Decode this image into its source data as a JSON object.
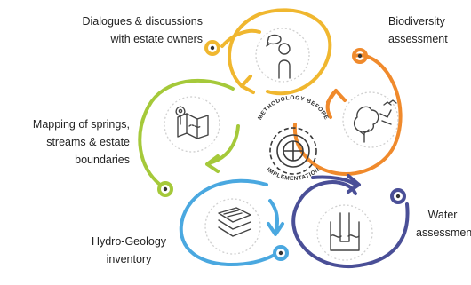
{
  "steps": [
    {
      "label": "Dialogues & discussions\nwith estate owners",
      "color": "#f0b72f",
      "icon": "person-talking-icon"
    },
    {
      "label": "Biodiversity\nassessment",
      "color": "#f08a2c",
      "icon": "tree-bird-icon"
    },
    {
      "label": "Water\nassessment",
      "color": "#4a4f97",
      "icon": "water-well-icon"
    },
    {
      "label": "Hydro-Geology\ninventory",
      "color": "#4aa8e0",
      "icon": "rock-layers-icon"
    },
    {
      "label": "Mapping of  springs,\nstreams &  estate\nboundaries",
      "color": "#a5c93a",
      "icon": "map-pin-icon"
    }
  ],
  "center": {
    "top_text": "METHODOLOGY BEFORE",
    "bottom_text": "IMPLEMENTATION",
    "icon": "gear-icon"
  }
}
